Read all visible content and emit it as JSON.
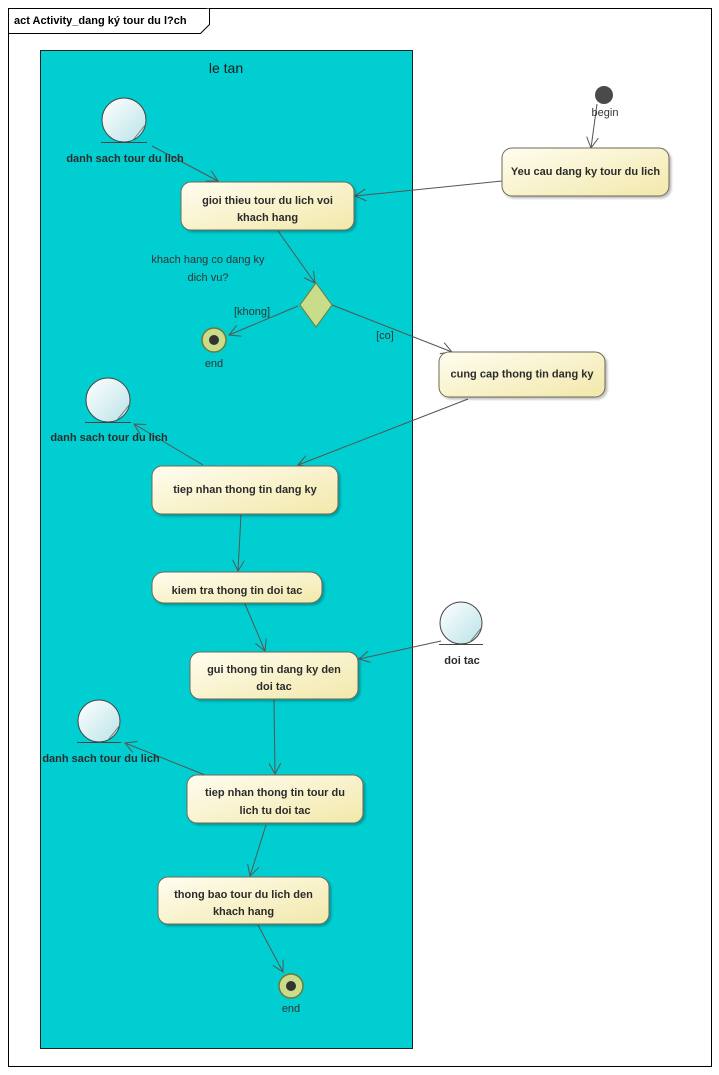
{
  "frame": {
    "title": "act Activity_dang ký tour du l?ch"
  },
  "swimlane": {
    "title": "le tan"
  },
  "colors": {
    "lane_fill": "#00CED1",
    "activity_fill_start": "#FFFDF0",
    "activity_fill_end": "#F2E8AA",
    "decision_fill": "#C8DC8A",
    "entity_fill": "#D9F1F4",
    "final_fill": "#C8DC8A"
  },
  "initial": {
    "label": "begin"
  },
  "activities": {
    "yeu_cau": {
      "lines": [
        "Yeu cau dang ky tour du lich"
      ]
    },
    "gioi_thieu": {
      "lines": [
        "gioi thieu tour du lich voi",
        "khach hang"
      ]
    },
    "cung_cap": {
      "lines": [
        "cung cap thong tin dang ky"
      ]
    },
    "tiep_nhan": {
      "lines": [
        "tiep nhan thong tin dang ky"
      ]
    },
    "kiem_tra": {
      "lines": [
        "kiem tra thong tin doi tac"
      ]
    },
    "gui_thong_tin": {
      "lines": [
        "gui thong tin dang ky den",
        "doi tac"
      ]
    },
    "tiep_nhan_tour": {
      "lines": [
        "tiep nhan thong tin tour du",
        "lich tu doi tac"
      ]
    },
    "thong_bao": {
      "lines": [
        "thong bao tour du lich den",
        "khach hang"
      ]
    }
  },
  "decision": {
    "question_lines": [
      "khach hang co dang ky",
      "dich vu?"
    ],
    "guard_no": "[khong]",
    "guard_yes": "[co]"
  },
  "entities": {
    "ds1": {
      "label": "danh sach tour du lich"
    },
    "ds2": {
      "label": "danh sach tour du lich"
    },
    "ds3": {
      "label": "danh sach tour du lich"
    },
    "doi_tac": {
      "label": "doi tac"
    }
  },
  "finals": {
    "end1": {
      "label": "end"
    },
    "end2": {
      "label": "end"
    }
  }
}
